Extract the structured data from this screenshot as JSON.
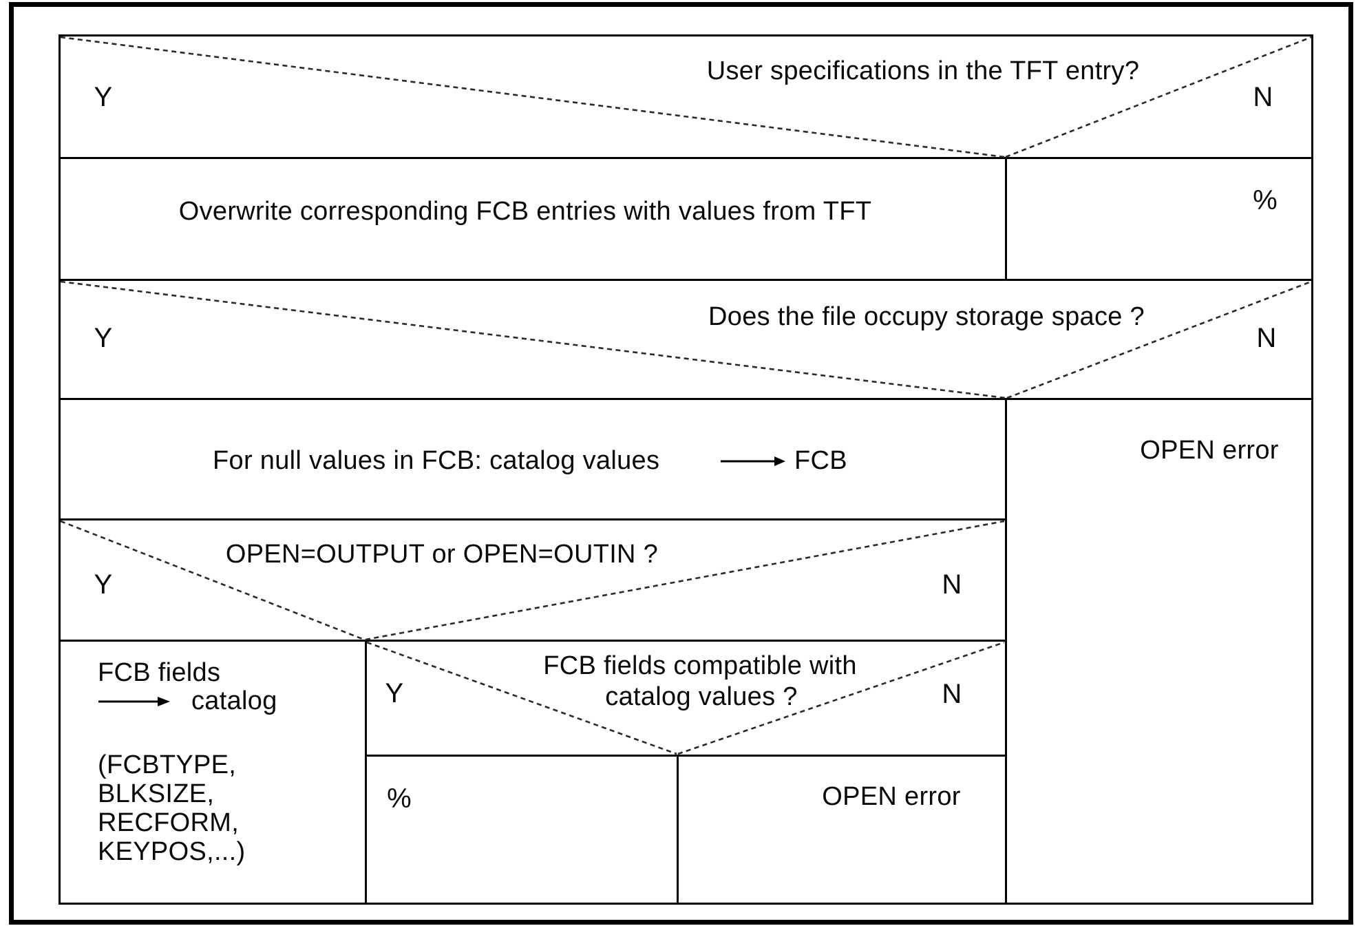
{
  "colors": {
    "background": "#ffffff",
    "line": "#000000",
    "diagonal": "#2a2a2a",
    "text": "#0a0a0a"
  },
  "icons": {
    "null_values_arrow": "arrow-right",
    "fcb_catalog_arrow": "arrow-right"
  },
  "flowchart": {
    "decision_tft": {
      "question": "User specifications in the TFT entry?",
      "yes": "Y",
      "no": "N"
    },
    "action_overwrite": {
      "text": "Overwrite corresponding FCB entries with values from TFT"
    },
    "noop_tft": {
      "text": "%"
    },
    "decision_storage": {
      "question": "Does the file occupy storage space ?",
      "yes": "Y",
      "no": "N"
    },
    "action_null_values": {
      "prefix": "For null values in FCB: catalog values",
      "target": "FCB"
    },
    "open_error_column": {
      "text": "OPEN error"
    },
    "decision_open_mode": {
      "question": "OPEN=OUTPUT or OPEN=OUTIN ?",
      "yes": "Y",
      "no": "N"
    },
    "decision_compat": {
      "line1": "FCB fields compatible with",
      "line2": "catalog values ?",
      "yes": "Y",
      "no": "N"
    },
    "action_fcb_to_catalog": {
      "line1": "FCB fields",
      "target": "catalog",
      "fields": [
        "(FCBTYPE,",
        "BLKSIZE,",
        "RECFORM,",
        "KEYPOS,...)"
      ]
    },
    "noop_compat": {
      "text": "%"
    },
    "open_error_compat": {
      "text": "OPEN error"
    }
  }
}
